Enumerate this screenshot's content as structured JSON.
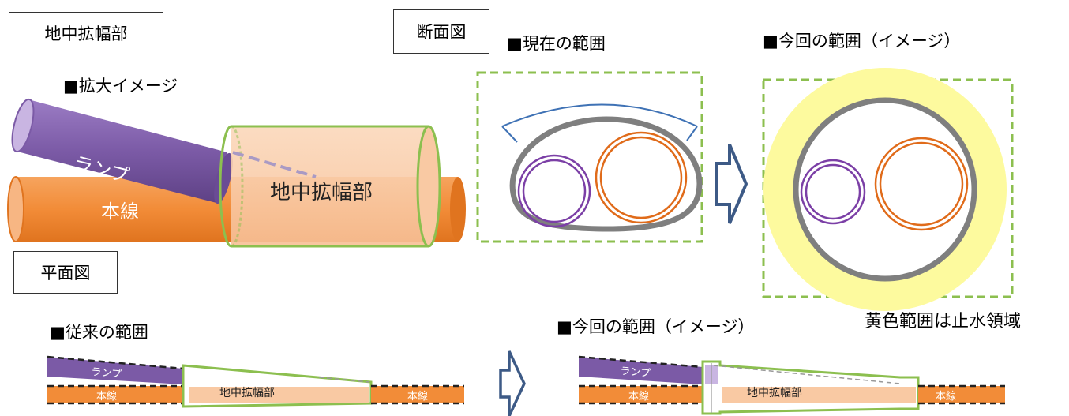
{
  "labels": {
    "widening_section": "地中拡幅部",
    "cross_section": "断面図",
    "plan_view": "平面図"
  },
  "headings": {
    "enlarged_image": "■拡大イメージ",
    "current_range": "■現在の範囲",
    "this_range_image": "■今回の範囲（イメージ）",
    "conventional_range": "■従来の範囲",
    "this_range_image_plan": "■今回の範囲（イメージ）",
    "note_yellow": "黄色範囲は止水領域"
  },
  "diagram_text": {
    "ramp": "ランプ",
    "main_line": "本線",
    "widening": "地中拡幅部",
    "small_ramp": "ランプ",
    "small_main": "本線",
    "small_widening": "地中拡幅部"
  },
  "colors": {
    "ramp_purple": "#7b5aa6",
    "main_orange": "#f28c38",
    "widening_peach": "#f9c9a3",
    "frame_green": "#8cbf4f",
    "gray_ring": "#7f7f7f",
    "blue_arc": "#3f72b5",
    "yellow_zone": "#fdfa9e",
    "arrow_navy": "#3d5a86"
  }
}
